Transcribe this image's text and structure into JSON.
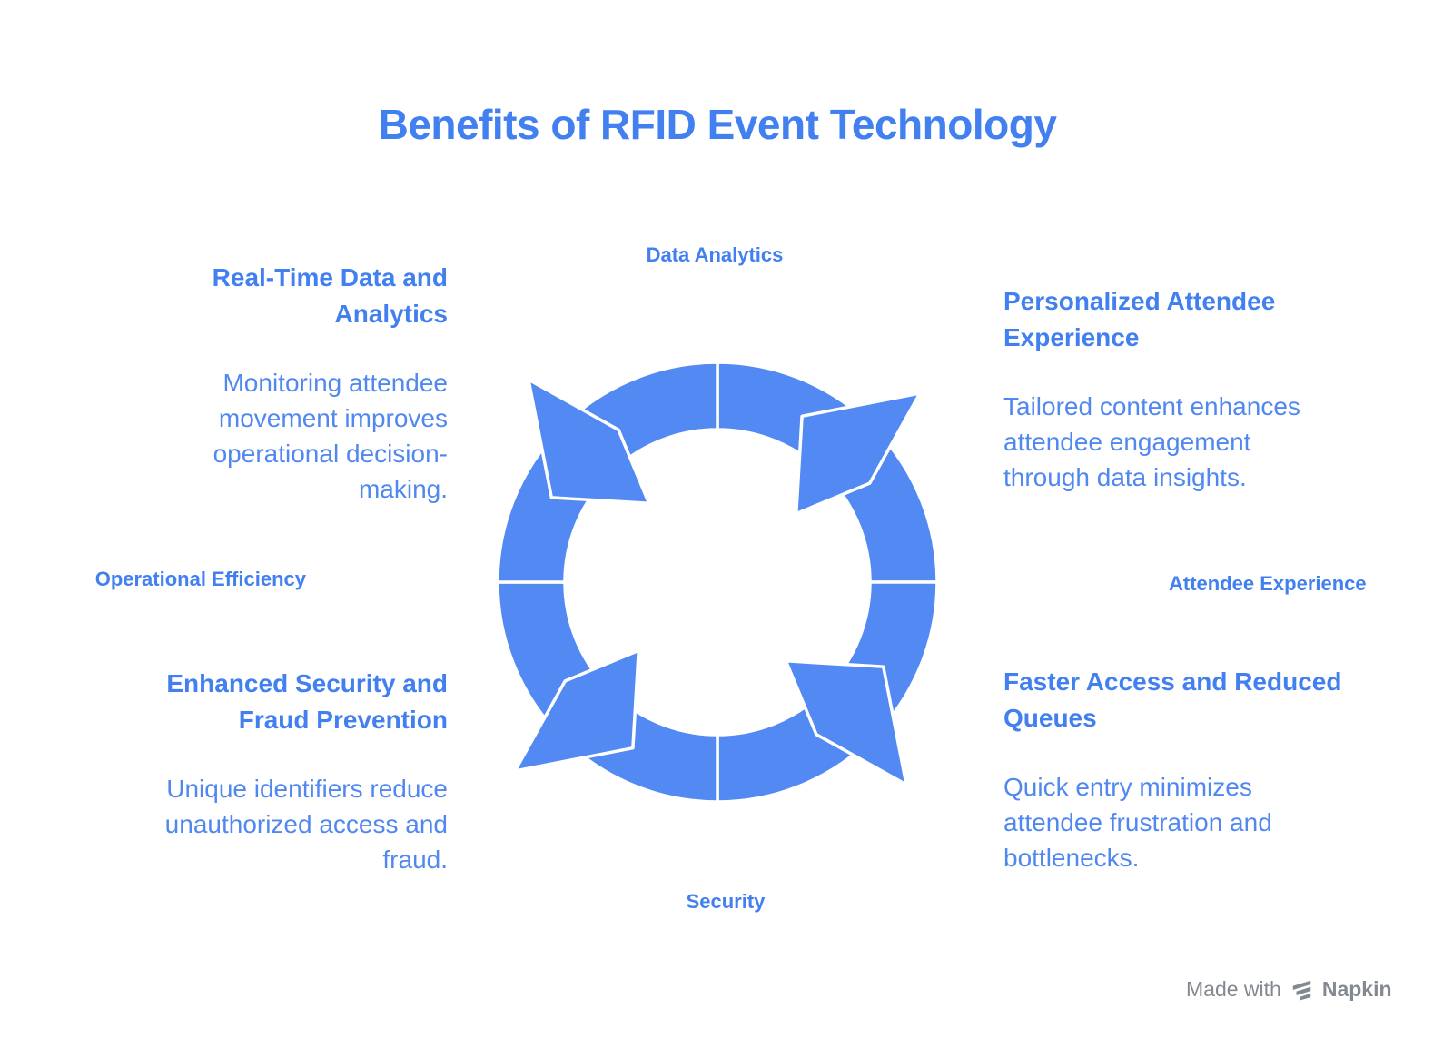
{
  "title": "Benefits of RFID Event Technology",
  "colors": {
    "accent_blue": "#4280f0",
    "body_blue": "#5188f0",
    "ring_blue": "#5289f2",
    "watermark_gray": "#83898f"
  },
  "cycle": {
    "label_top": "Data Analytics",
    "label_right": "Attendee Experience",
    "label_bottom": "Security",
    "label_left": "Operational Efficiency"
  },
  "sections": {
    "top_left": {
      "heading": "Real-Time Data and\nAnalytics",
      "body": "Monitoring attendee\nmovement improves\noperational decision-\nmaking."
    },
    "top_right": {
      "heading": "Personalized Attendee\nExperience",
      "body": "Tailored content enhances\nattendee engagement\nthrough data insights."
    },
    "bottom_left": {
      "heading": "Enhanced Security and\nFraud Prevention",
      "body": "Unique identifiers reduce\nunauthorized access and\nfraud."
    },
    "bottom_right": {
      "heading": "Faster Access and Reduced\nQueues",
      "body": "Quick entry minimizes\nattendee frustration and\nbottlenecks."
    }
  },
  "watermark": {
    "prefix": "Made with",
    "brand": "Napkin"
  }
}
